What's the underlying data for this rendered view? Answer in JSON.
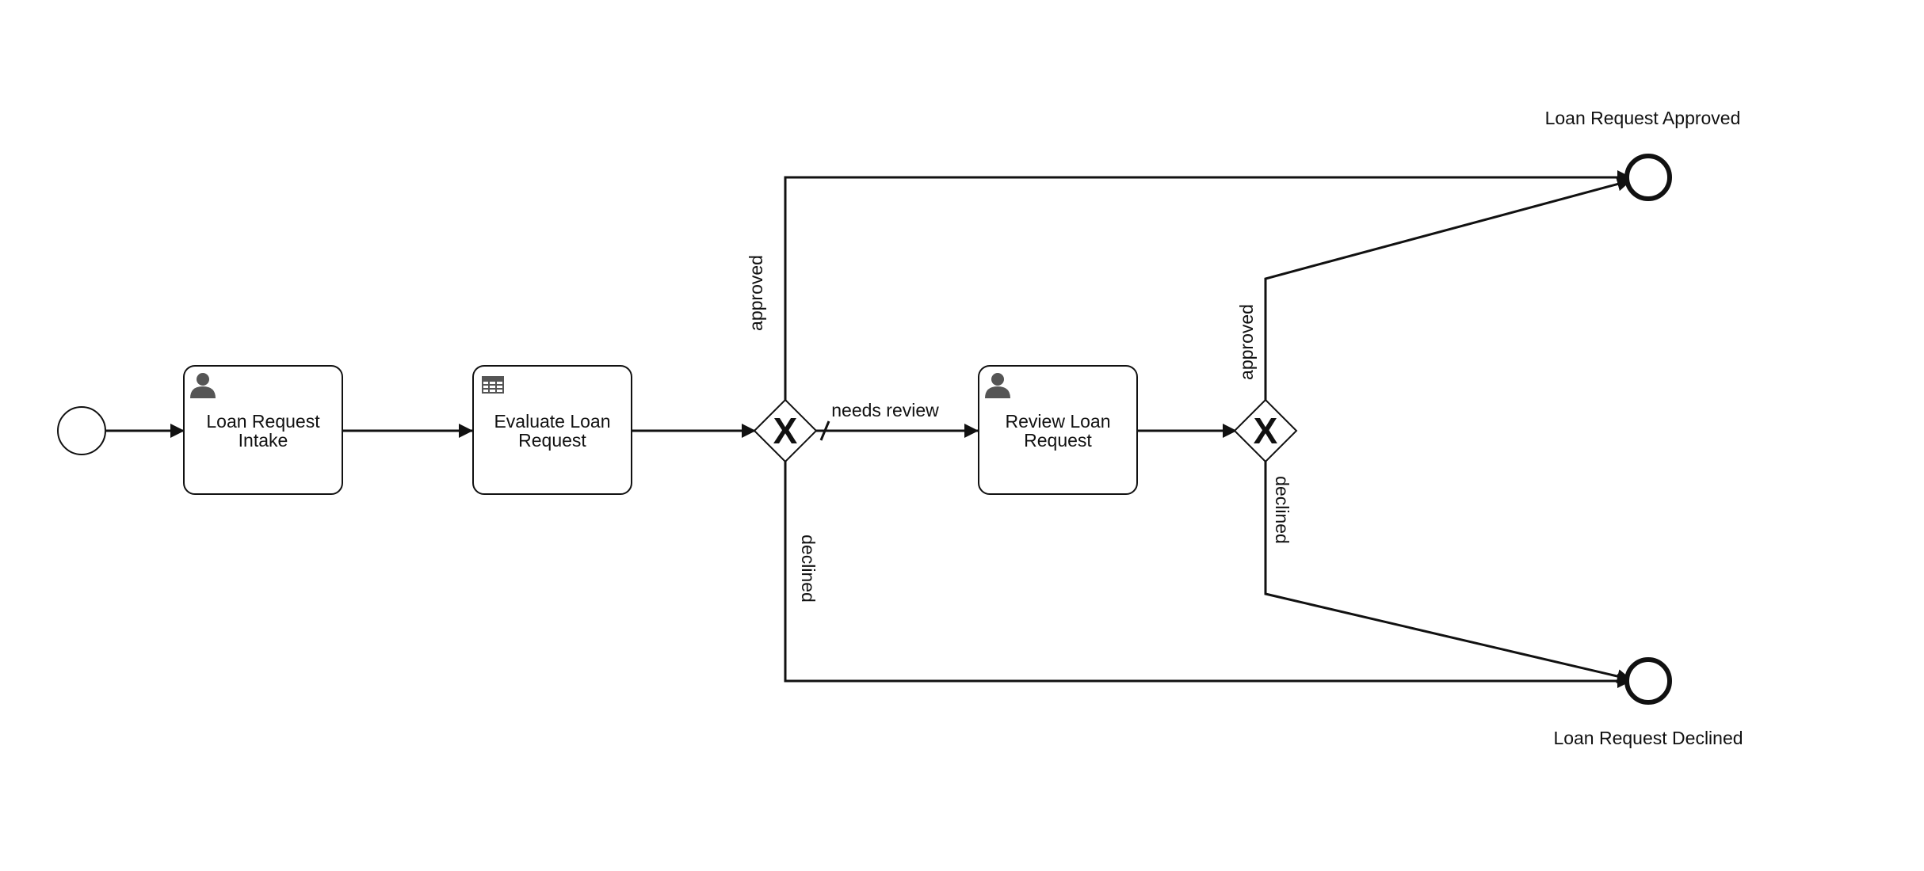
{
  "diagram": {
    "tasks": {
      "intake": {
        "label_line1": "Loan Request",
        "label_line2": "Intake",
        "icon": "user-icon"
      },
      "evaluate": {
        "label_line1": "Evaluate Loan",
        "label_line2": "Request",
        "icon": "business-rule-table-icon"
      },
      "review": {
        "label_line1": "Review Loan",
        "label_line2": "Request",
        "icon": "user-icon"
      }
    },
    "gateways": {
      "gateway1": {
        "marker": "X",
        "type": "exclusive"
      },
      "gateway2": {
        "marker": "X",
        "type": "exclusive"
      }
    },
    "events": {
      "approved_end": {
        "label": "Loan Request Approved"
      },
      "declined_end": {
        "label": "Loan Request Declined"
      }
    },
    "flows": {
      "gateway1_approved": "approved",
      "gateway1_review": "needs review",
      "gateway1_declined": "declined",
      "gateway2_approved": "approved",
      "gateway2_declined": "declined"
    },
    "colors": {
      "stroke": "#111111",
      "icon": "#555555",
      "background": "#ffffff"
    }
  }
}
